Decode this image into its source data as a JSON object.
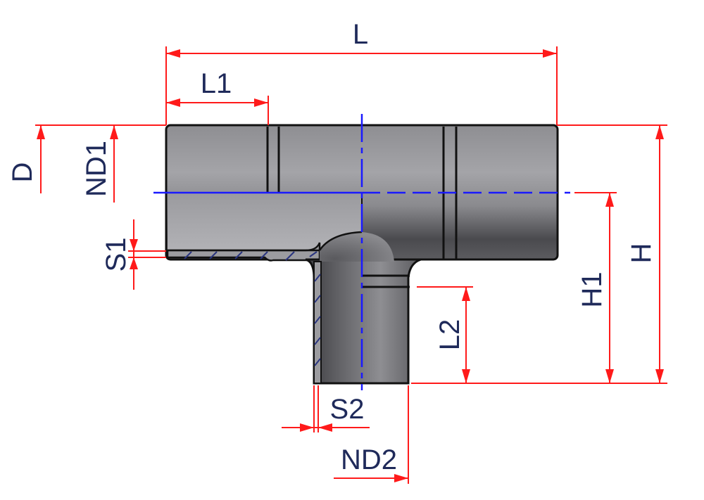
{
  "diagram": {
    "type": "reducing tee technical drawing",
    "colors": {
      "dimension": "#ff1a1a",
      "centerline": "#1a1aff",
      "label": "#1f2a5a",
      "body_dark": "#3a3a3e",
      "body_light": "#a8a8ac"
    },
    "dimensions": {
      "L": "L",
      "L1": "L1",
      "L2": "L2",
      "D": "D",
      "ND1": "ND1",
      "ND2": "ND2",
      "S1": "S1",
      "S2": "S2",
      "H": "H",
      "H1": "H1"
    }
  }
}
